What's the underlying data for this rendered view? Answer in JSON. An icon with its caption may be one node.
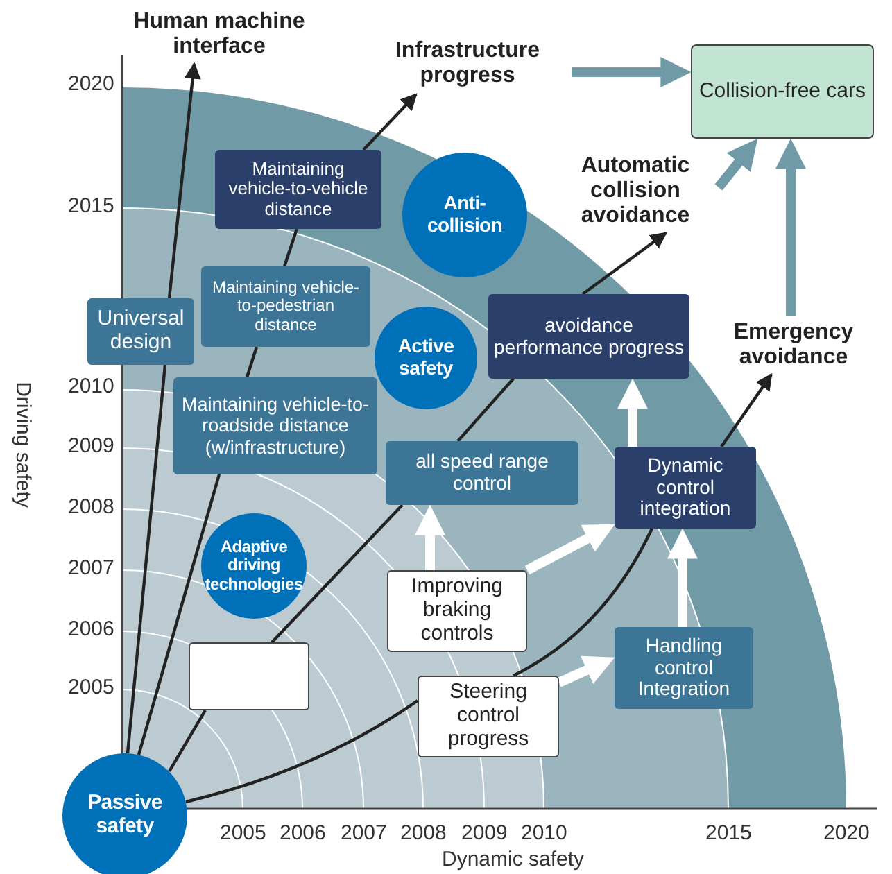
{
  "diagram": {
    "nodes": [
      {
        "text": [
          "Human machine interface"
        ]
      },
      {
        "text": [
          "Infrastructure progress"
        ]
      },
      {
        "text": [
          "Collision-free cars"
        ]
      },
      {
        "text": [
          "Maintaining vehicle-to-vehicle distance"
        ]
      },
      {
        "text": [
          "Anti-collision"
        ]
      },
      {
        "text": [
          "Automatic collision avoidance"
        ]
      },
      {
        "text": [
          "Universal design"
        ]
      },
      {
        "text": [
          "Maintaining vehicle-to-pedestrian distance"
        ]
      },
      {
        "text": [
          "Active safety"
        ]
      },
      {
        "text": [
          "avoidance performance progress"
        ]
      },
      {
        "text": [
          "Emergency avoidance"
        ]
      },
      {
        "text": [
          "Maintaining vehicle-to-roadside distance (w/infrastructure)"
        ]
      },
      {
        "text": [
          "all speed range control"
        ]
      },
      {
        "text": [
          "Dynamic control integration"
        ]
      },
      {
        "text": [
          "Adaptive driving technologies"
        ]
      },
      {
        "text": [
          "Improving braking controls"
        ]
      },
      {
        "text": [],
        "shape": "box"
      },
      {
        "text": [
          "Handling control Integration"
        ]
      },
      {
        "text": [
          "Steering control progress"
        ]
      },
      {
        "text": [
          "Passive safety"
        ]
      }
    ],
    "edges": [
      {
        "from": 19,
        "to": 6,
        "arrow": "none"
      },
      {
        "from": 6,
        "to": 0,
        "arrow": "to"
      },
      {
        "from": 19,
        "to": 11,
        "arrow": "none"
      },
      {
        "from": 11,
        "to": 7,
        "arrow": "none"
      },
      {
        "from": 7,
        "to": 3,
        "arrow": "none"
      },
      {
        "from": 3,
        "to": 1,
        "arrow": "to"
      },
      {
        "from": 19,
        "to": 16,
        "arrow": "none"
      },
      {
        "from": 16,
        "to": 12,
        "arrow": "none"
      },
      {
        "from": 12,
        "to": 9,
        "arrow": "none"
      },
      {
        "from": 9,
        "to": 5,
        "arrow": "to"
      },
      {
        "from": 19,
        "to": 18,
        "arrow": "none"
      },
      {
        "from": 18,
        "to": 13,
        "arrow": "none"
      },
      {
        "from": 13,
        "to": 10,
        "arrow": "to"
      },
      {
        "from": 1,
        "to": 2,
        "arrow": "to",
        "style": "thick",
        "color": "#6f9aa6"
      },
      {
        "from": 5,
        "to": 2,
        "arrow": "to",
        "style": "thick",
        "color": "#6f9aa6"
      },
      {
        "from": 10,
        "to": 2,
        "arrow": "to",
        "style": "thick",
        "color": "#6f9aa6"
      },
      {
        "from": 15,
        "to": 12,
        "arrow": "to",
        "style": "thick",
        "color": "#ffffff"
      },
      {
        "from": 15,
        "to": 13,
        "arrow": "to",
        "style": "thick",
        "color": "#ffffff"
      },
      {
        "from": 18,
        "to": 17,
        "arrow": "to",
        "style": "thick",
        "color": "#ffffff"
      },
      {
        "from": 17,
        "to": 13,
        "arrow": "to",
        "style": "thick",
        "color": "#ffffff"
      },
      {
        "from": 13,
        "to": 9,
        "arrow": "to",
        "style": "thick",
        "color": "#ffffff"
      }
    ],
    "labels": [
      "2020",
      "2015",
      "2010",
      "2009",
      "2008",
      "2007",
      "2006",
      "2005",
      "Driving safety",
      "2005",
      "2006",
      "2007",
      "2008",
      "2009",
      "2010",
      "2015",
      "2020",
      "Dynamic safety"
    ]
  }
}
